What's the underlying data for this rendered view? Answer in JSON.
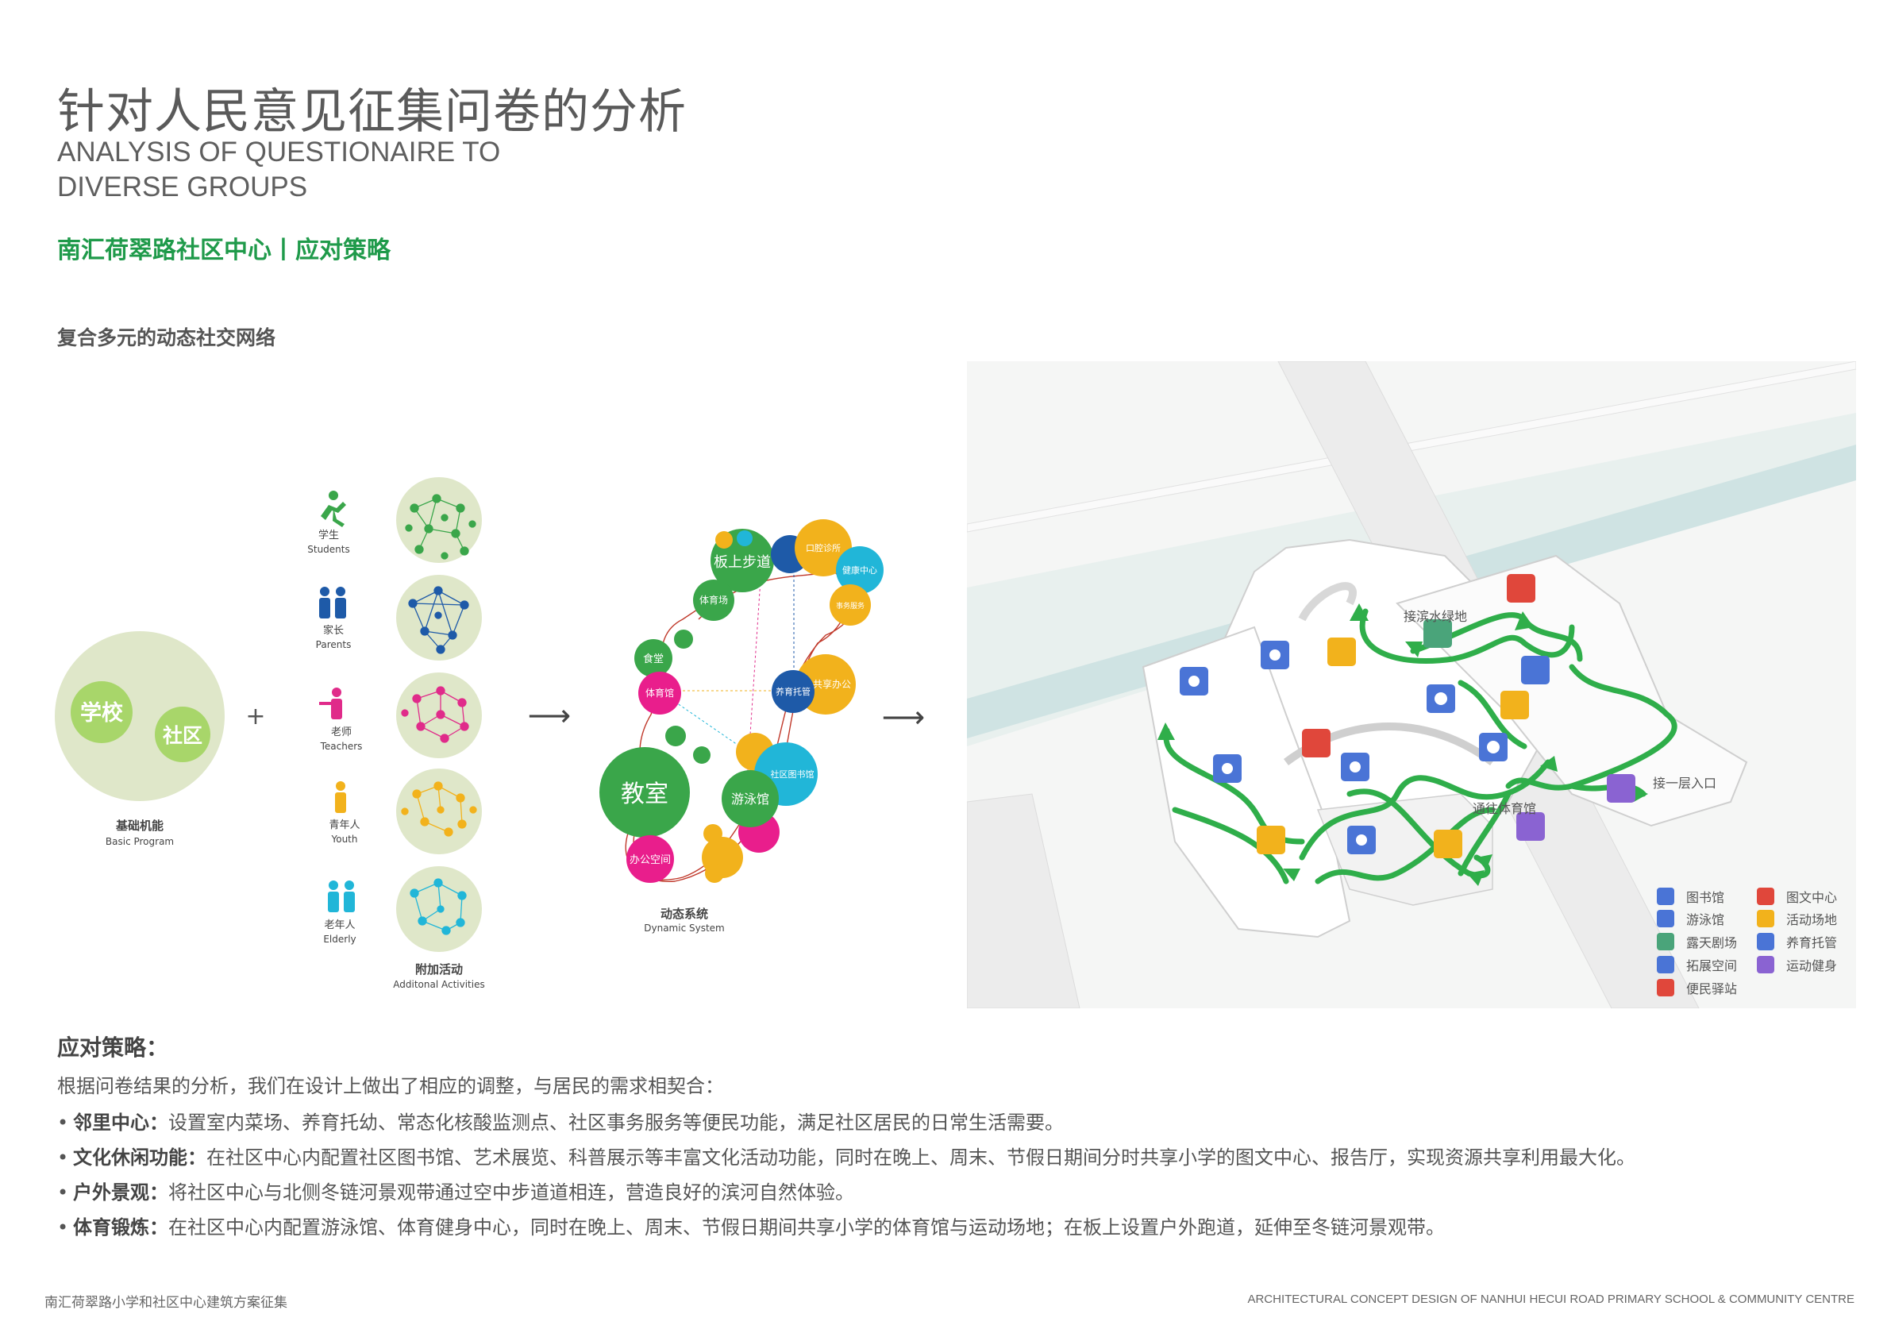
{
  "header": {
    "title_cn": "针对人民意见征集问卷的分析",
    "title_en_line1": "ANALYSIS OF QUESTIONAIRE TO",
    "title_en_line2": "DIVERSE GROUPS",
    "subtitle": "南汇荷翠路社区中心丨应对策略",
    "section_title": "复合多元的动态社交网络"
  },
  "basic_program": {
    "bubble_school": "学校",
    "bubble_community": "社区",
    "label_cn": "基础机能",
    "label_en": "Basic Program",
    "plus": "+"
  },
  "groups": [
    {
      "cn": "学生",
      "en": "Students",
      "icon": "running-person-icon",
      "color": "#3aa64a"
    },
    {
      "cn": "家长",
      "en": "Parents",
      "icon": "family-icon",
      "color": "#1e5aa8"
    },
    {
      "cn": "老师",
      "en": "Teachers",
      "icon": "teacher-icon",
      "color": "#e02b8a"
    },
    {
      "cn": "青年人",
      "en": "Youth",
      "icon": "youth-icon",
      "color": "#f2b21c"
    },
    {
      "cn": "老年人",
      "en": "Elderly",
      "icon": "elderly-icon",
      "color": "#21b6d8"
    }
  ],
  "additional": {
    "label_cn": "附加活动",
    "label_en": "Additonal Activities"
  },
  "arrows": {
    "a1": "⟶",
    "a2": "⟶"
  },
  "dynamic": {
    "label_cn": "动态系统",
    "label_en": "Dynamic System",
    "nodes": {
      "walkway": "板上步道",
      "stadium": "体育场",
      "cafeteria": "食堂",
      "gym": "体育馆",
      "classroom": "教室",
      "office": "办公空间",
      "pool": "游泳馆",
      "library": "社区图书馆",
      "nursery": "养育托管",
      "shared_office": "共享办公",
      "clinic": "口腔诊所",
      "health": "健康中心",
      "community_affairs": "事务服务"
    }
  },
  "map": {
    "labels": {
      "waterfront": "接滨水绿地",
      "entrance": "接一层入口",
      "to_gym": "通往体育馆"
    },
    "legend_left": [
      "图书馆",
      "游泳馆",
      "露天剧场",
      "拓展空间",
      "便民驿站"
    ],
    "legend_right": [
      "图文中心",
      "活动场地",
      "养育托管",
      "运动健身"
    ],
    "legend_colors_left": [
      "#4a74d6",
      "#4a74d6",
      "#4aa47a",
      "#4a74d6",
      "#e0473b"
    ],
    "legend_colors_right": [
      "#e0473b",
      "#f2b21c",
      "#4a74d6",
      "#8a63d2"
    ]
  },
  "strategy": {
    "heading": "应对策略：",
    "intro": "根据问卷结果的分析，我们在设计上做出了相应的调整，与居民的需求相契合：",
    "items": [
      {
        "bold": "邻里中心：",
        "text": "设置室内菜场、养育托幼、常态化核酸监测点、社区事务服务等便民功能，满足社区居民的日常生活需要。"
      },
      {
        "bold": "文化休闲功能：",
        "text": "在社区中心内配置社区图书馆、艺术展览、科普展示等丰富文化活动功能，同时在晚上、周末、节假日期间分时共享小学的图文中心、报告厅，实现资源共享利用最大化。"
      },
      {
        "bold": "户外景观：",
        "text": "将社区中心与北侧冬链河景观带通过空中步道道相连，营造良好的滨河自然体验。"
      },
      {
        "bold": "体育锻炼：",
        "text": "在社区中心内配置游泳馆、体育健身中心，同时在晚上、周末、节假日期间共享小学的体育馆与运动场地；在板上设置户外跑道，延伸至冬链河景观带。"
      }
    ]
  },
  "footer": {
    "left": "南汇荷翠路小学和社区中心建筑方案征集",
    "right": "ARCHITECTURAL CONCEPT DESIGN OF NANHUI HECUI ROAD PRIMARY SCHOOL & COMMUNITY CENTRE"
  }
}
